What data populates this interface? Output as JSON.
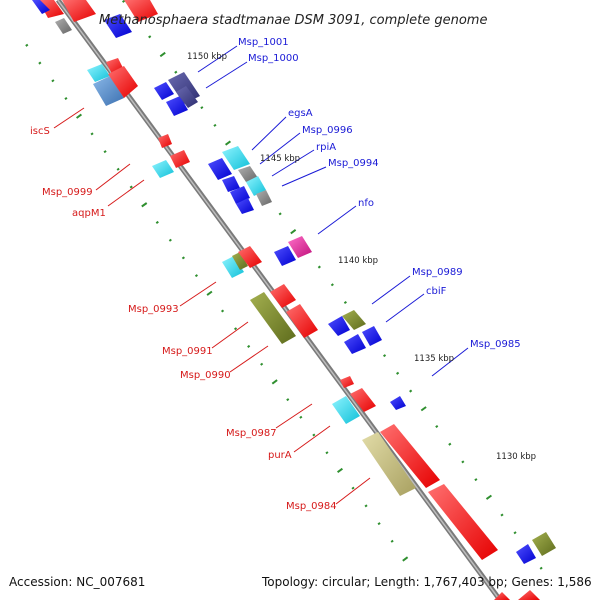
{
  "title": "Methanosphaera stadtmanae DSM 3091, complete genome",
  "footer": {
    "accession": "Accession: NC_007681",
    "topology": "Topology: circular; Length: 1,767,403 bp; Genes: 1,586"
  },
  "kbp_labels": [
    "1150 kbp",
    "1145 kbp",
    "1140 kbp",
    "1135 kbp",
    "1130 kbp"
  ],
  "gene_labels": {
    "Msp_1001": "Msp_1001",
    "Msp_1000": "Msp_1000",
    "iscS": "iscS",
    "egsA": "egsA",
    "Msp_0996": "Msp_0996",
    "rpiA": "rpiA",
    "Msp_0994": "Msp_0994",
    "Msp_0999": "Msp_0999",
    "aqpM1": "aqpM1",
    "nfo": "nfo",
    "Msp_0989": "Msp_0989",
    "cbiF": "cbiF",
    "Msp_0993": "Msp_0993",
    "Msp_0991": "Msp_0991",
    "Msp_0990": "Msp_0990",
    "Msp_0985": "Msp_0985",
    "Msp_0987": "Msp_0987",
    "purA": "purA",
    "Msp_0984": "Msp_0984"
  },
  "colors": {
    "backbone": "#8a8a8a",
    "tick": "#2f8f2f",
    "label_forward": "#1a1ad6",
    "label_reverse": "#d61a1a",
    "red": "#ff1a1a",
    "blue": "#1a1af0",
    "navy": "#3d3d8c",
    "cyan": "#22d8e8",
    "steel": "#5a8fc8",
    "olive": "#7a8a2a",
    "khaki": "#c8c080",
    "magenta": "#e020a0",
    "gray": "#8a8a8a"
  }
}
